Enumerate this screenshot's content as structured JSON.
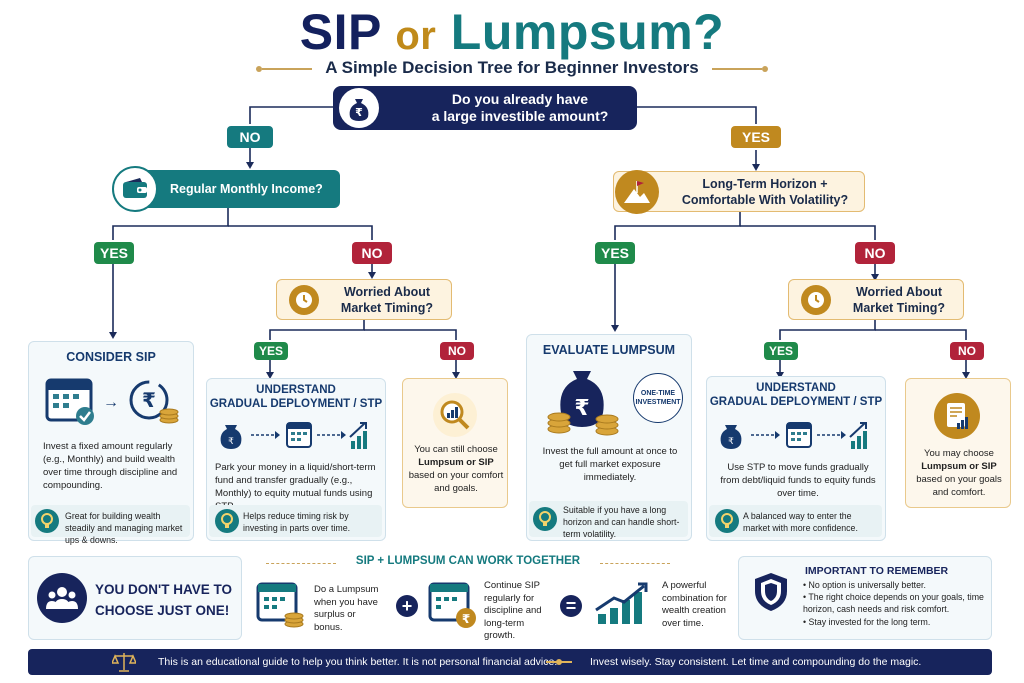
{
  "header": {
    "title_sip": "SIP",
    "title_or": "or",
    "title_lumpsum": "Lumpsum?",
    "subtitle": "A Simple Decision Tree for Beginner Investors"
  },
  "root": {
    "question_line1": "Do you already have",
    "question_line2": "a large investible amount?",
    "no_label": "NO",
    "yes_label": "YES"
  },
  "left": {
    "question": "Regular Monthly Income?",
    "yes_label": "YES",
    "no_label": "NO",
    "consider_sip": {
      "heading": "CONSIDER SIP",
      "text": "Invest a fixed amount regularly (e.g., Monthly) and build wealth over time through discipline and compounding.",
      "tip": "Great for building wealth steadily and managing market ups & downs."
    },
    "timing_question_line1": "Worried About",
    "timing_question_line2": "Market Timing?",
    "timing_yes": "YES",
    "timing_no": "NO",
    "stp": {
      "heading_line1": "UNDERSTAND",
      "heading_line2": "GRADUAL DEPLOYMENT / STP",
      "text": "Park your money in a liquid/short-term fund and transfer gradually (e.g., Monthly) to equity mutual funds using STP.",
      "tip": "Helps reduce timing risk by investing in parts over time."
    },
    "choose": {
      "text_before": "You can still choose",
      "text_bold": "Lumpsum or SIP",
      "text_after": "based on your comfort and goals."
    }
  },
  "right": {
    "question_line1": "Long-Term Horizon +",
    "question_line2": "Comfortable With Volatility?",
    "yes_label": "YES",
    "no_label": "NO",
    "evaluate": {
      "heading": "EVALUATE LUMPSUM",
      "badge_line1": "ONE-TIME",
      "badge_line2": "INVESTMENT",
      "text": "Invest the full amount at once to get full market exposure immediately.",
      "tip": "Suitable if you have a long horizon and can handle short-term volatility."
    },
    "timing_question_line1": "Worried About",
    "timing_question_line2": "Market Timing?",
    "timing_yes": "YES",
    "timing_no": "NO",
    "stp": {
      "heading_line1": "UNDERSTAND",
      "heading_line2": "GRADUAL DEPLOYMENT / STP",
      "text": "Use STP to move funds gradually from debt/liquid funds to equity funds over time.",
      "tip": "A balanced way to enter the market with more confidence."
    },
    "choose": {
      "text_before": "You may choose",
      "text_bold": "Lumpsum or SIP",
      "text_after": "based on your goals and comfort."
    }
  },
  "together": {
    "left_line1": "YOU DON'T HAVE TO",
    "left_line2": "CHOOSE JUST ONE!",
    "heading": "SIP + LUMPSUM CAN WORK TOGETHER",
    "step1": "Do a Lumpsum when you have surplus or bonus.",
    "step2": "Continue SIP regularly for discipline and long-term growth.",
    "step3": "A powerful combination for wealth creation over time.",
    "plus": "+",
    "equals": "="
  },
  "remember": {
    "heading": "IMPORTANT TO REMEMBER",
    "items": [
      "No option is universally better.",
      "The right choice depends on your goals, time horizon, cash needs and risk comfort.",
      "Stay invested for the long term."
    ]
  },
  "footer": {
    "disclaimer": "This is an educational guide to help you think better. It is not personal financial advice.",
    "tagline": "Invest wisely. Stay consistent. Let time and compounding do the magic."
  },
  "icons": {
    "rupee": "₹",
    "check": "✓",
    "arrow": "→",
    "bulb": "💡"
  },
  "colors": {
    "navy": "#17245c",
    "teal": "#157a7f",
    "gold": "#c0891f",
    "green": "#1f8a4a",
    "red": "#b1233a"
  }
}
